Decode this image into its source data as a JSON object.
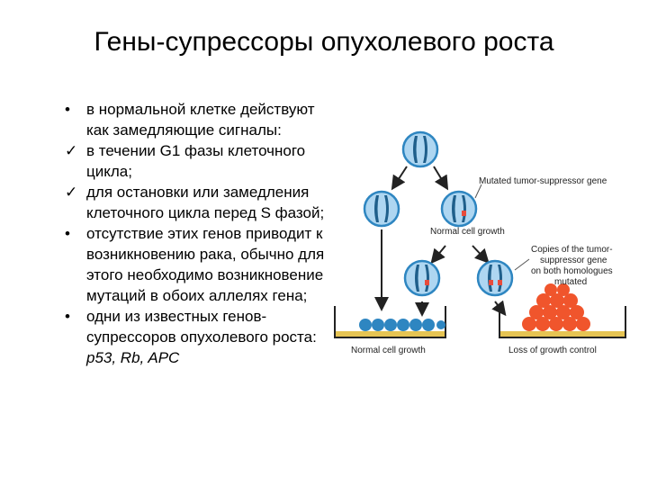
{
  "title": "Гены-супрессоры опухолевого роста",
  "bullets": [
    {
      "marker": "•",
      "text": "в нормальной клетке действуют как замедляющие сигналы:"
    },
    {
      "marker": "✓",
      "text": "в течении G1 фазы клеточного цикла;"
    },
    {
      "marker": "✓",
      "text": " для остановки или замедления клеточного цикла перед S фазой;"
    },
    {
      "marker": "•",
      "text": "отсутствие этих генов приводит к возникновению рака, обычно для этого необходимо возникновение мутаций в обоих аллелях гена;"
    },
    {
      "marker": "•",
      "text": "одни из известных генов-супрессоров опухолевого роста: ",
      "italic": "p53, Rb, APC"
    }
  ],
  "diagram": {
    "labels": {
      "mutated_gene": "Mutated tumor-suppressor gene",
      "normal_growth_mid": "Normal cell growth",
      "copies_line1": "Copies of the tumor-",
      "copies_line2": "suppressor gene",
      "copies_line3": "on both homologues",
      "copies_line4": "mutated",
      "normal_growth_bottom": "Normal cell growth",
      "loss_of_control": "Loss of growth control"
    },
    "colors": {
      "cell": "#2e86c1",
      "cell_light": "#aed6f1",
      "chromosome": "#1f5f8b",
      "mutation": "#e74c3c",
      "tumor": "#f0552c",
      "dish_base": "#e6c453",
      "arrow": "#222222"
    }
  }
}
